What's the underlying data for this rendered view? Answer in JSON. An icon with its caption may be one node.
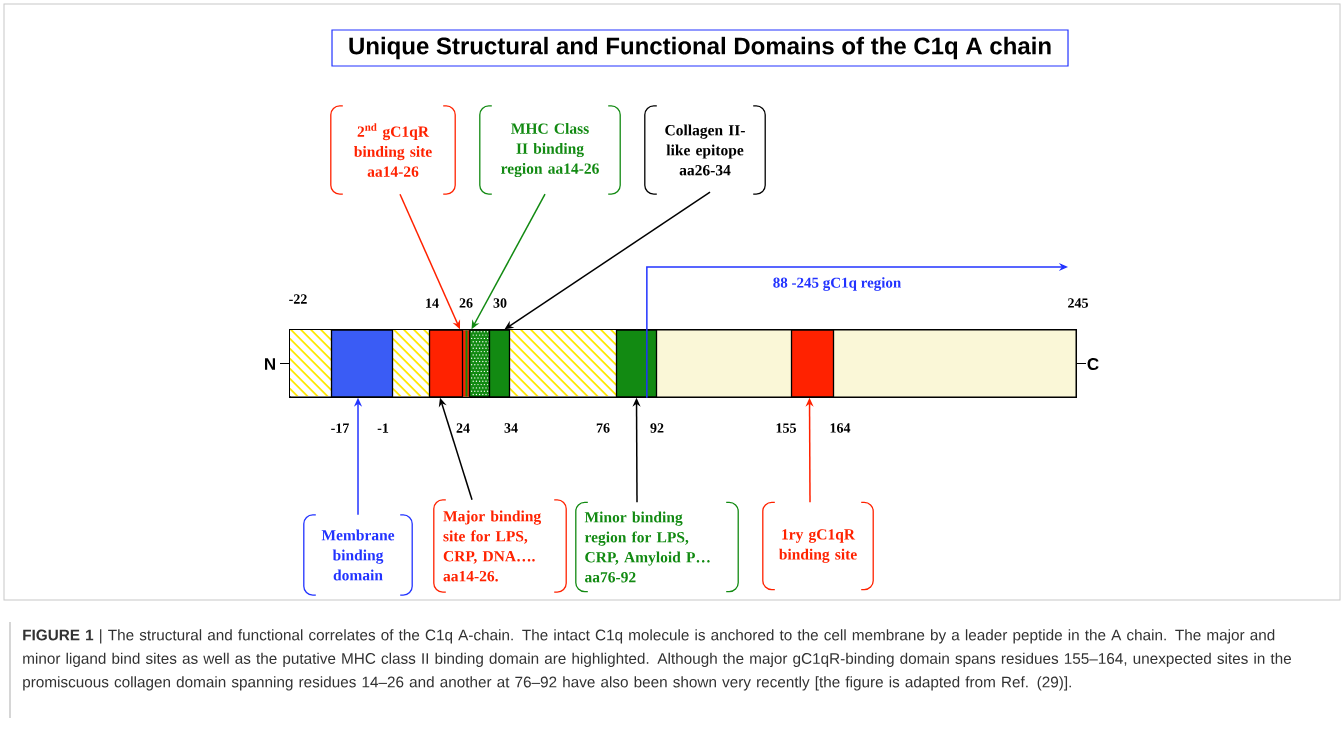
{
  "diagram": {
    "title": "Unique Structural and Functional Domains of the C1q A chain",
    "caption": "**FIGURE 1** | The structural and functional correlates of the C1q A-chain. The intact C1q molecule is anchored to the cell membrane by a leader peptide in the A chain. The major and minor ligand bind sites as well as the putative MHC class II binding domain are highlighted. Although the major gC1qR-binding domain spans residues 155–164, unexpected sites in the promiscuous collagen domain spanning residues 14–26 and another at 76–92 have also been shown very recently [the figure is adapted from Ref. (29)].",
    "nodes": [
      {
        "text": [
          "\\text{2}^{\\text{nd}}\\text{ gC1qR}",
          "binding site aa14-26"
        ]
      },
      {
        "text": [
          "MHC Class II binding region aa14-26"
        ]
      },
      {
        "text": [
          "Collagen II-like epitope aa26-34"
        ]
      },
      {
        "text": [
          "Membrane binding domain"
        ]
      },
      {
        "text": [
          "Major binding site for LPS, CRP, DNA…. aa14-26."
        ]
      },
      {
        "text": [
          "Minor binding region for LPS, CRP, Amyloid P… aa76-92"
        ]
      },
      {
        "text": [
          "1ry gC1qR binding site"
        ]
      },
      {
        "text": [],
        "shape": "bar"
      },
      {
        "text": [],
        "shape": "box",
        "in": 7
      },
      {
        "text": [],
        "shape": "box",
        "in": 7
      },
      {
        "text": [],
        "shape": "box",
        "in": 7
      },
      {
        "text": [],
        "shape": "box",
        "in": 7
      },
      {
        "text": [],
        "shape": "box",
        "in": 7
      },
      {
        "text": [],
        "shape": "box",
        "in": 7
      }
    ],
    "edges": [
      {
        "from": 0,
        "to": 9,
        "arrow": "to",
        "color": "#ff2200"
      },
      {
        "from": 1,
        "to": 10,
        "arrow": "to",
        "color": "#128a12"
      },
      {
        "from": 2,
        "to": 11,
        "arrow": "to"
      },
      {
        "from": 3,
        "to": 8,
        "arrow": "to",
        "color": "#2233ff"
      },
      {
        "from": 4,
        "to": 9,
        "arrow": "to"
      },
      {
        "from": 5,
        "to": 12,
        "arrow": "to"
      },
      {
        "from": 6,
        "to": 13,
        "arrow": "to",
        "color": "#ff2200"
      },
      {
        "from": 12,
        "to": null,
        "arrow": "to",
        "color": "#2233ff",
        "label": "88 -245 gC1q region"
      }
    ],
    "labels": [
      "-22",
      "14",
      "26",
      "30",
      "245",
      "N",
      "C",
      "-17",
      "-1",
      "24",
      "34",
      "76",
      "92",
      "155",
      "164"
    ]
  }
}
